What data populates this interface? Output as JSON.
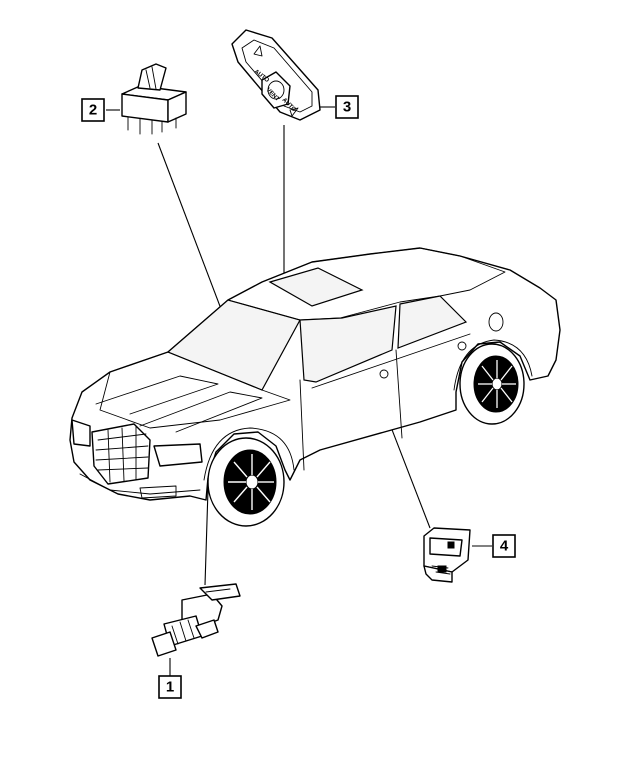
{
  "callouts": [
    {
      "id": "1",
      "label": "1"
    },
    {
      "id": "2",
      "label": "2"
    },
    {
      "id": "3",
      "label": "3"
    },
    {
      "id": "4",
      "label": "4"
    }
  ],
  "switch_markings": {
    "auto_top": "AUTO",
    "vent": "VENT",
    "auto_bottom": "AUTO"
  }
}
